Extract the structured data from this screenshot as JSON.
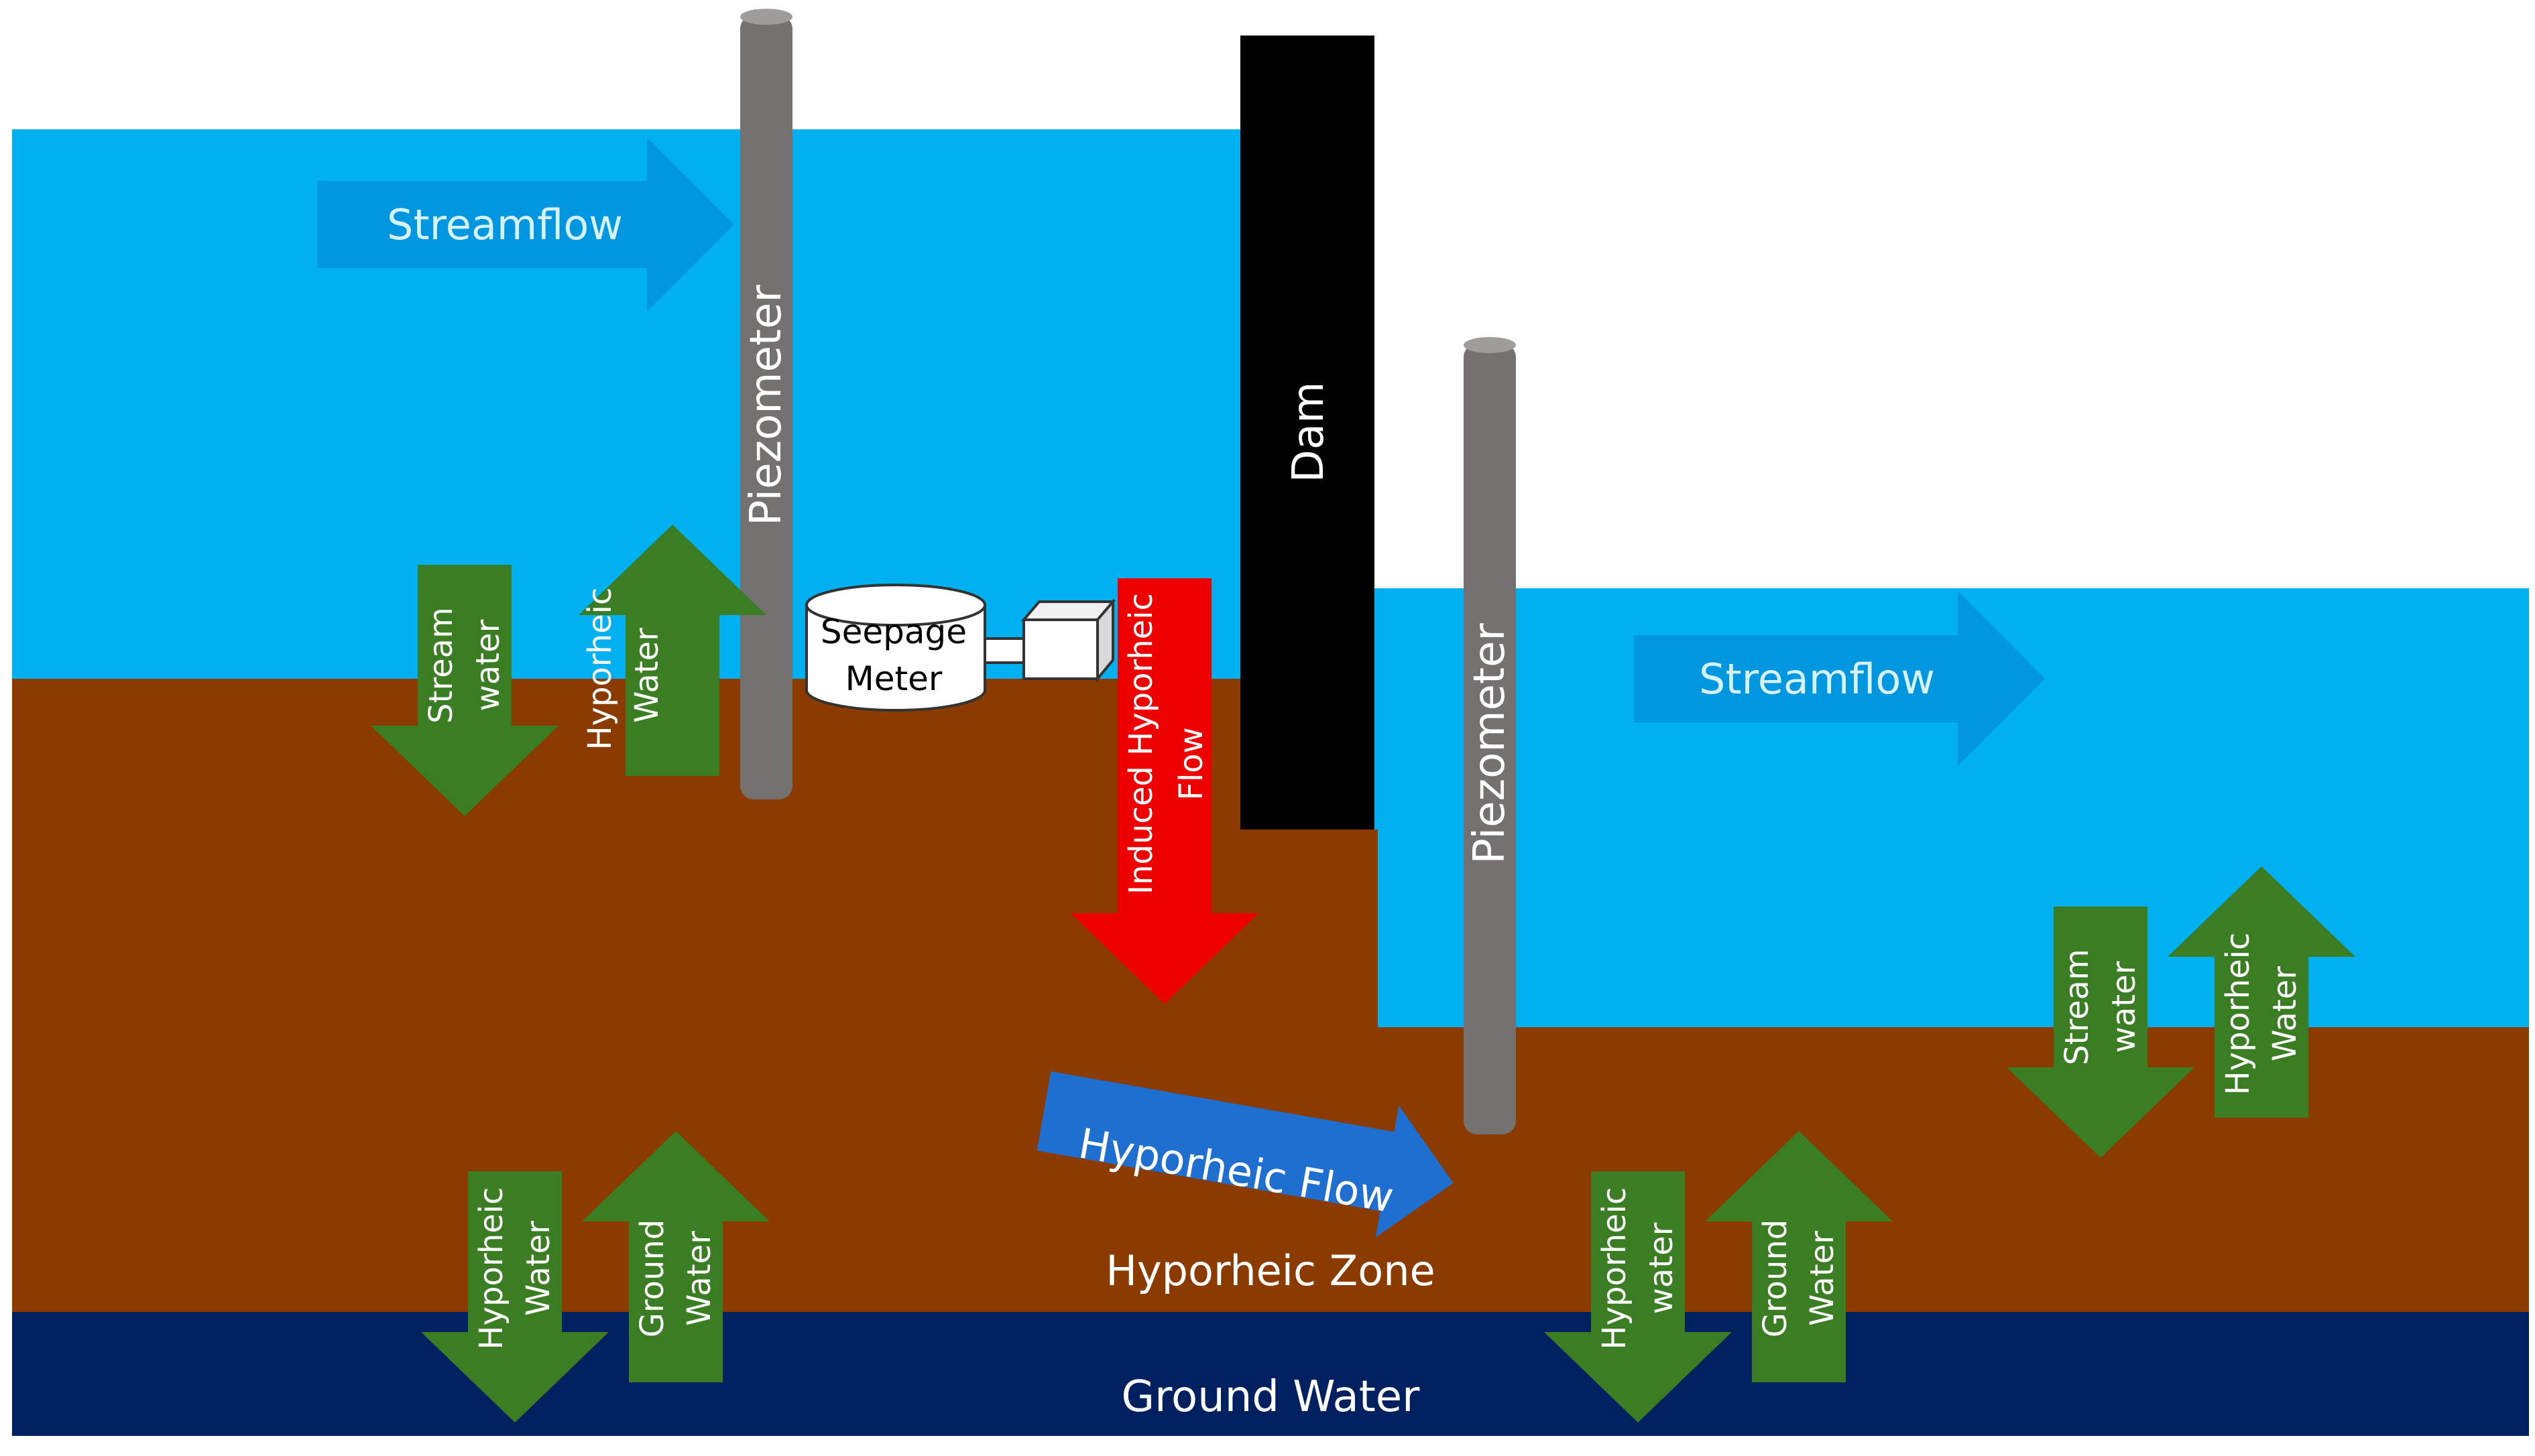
{
  "labels": {
    "streamflow_upstream": "Streamflow",
    "streamflow_downstream": "Streamflow",
    "piezometer_left": "Piezometer",
    "piezometer_right": "Piezometer",
    "dam": "Dam",
    "seepage_meter_line1": "Seepage",
    "seepage_meter_line2": "Meter",
    "induced_line1": "Induced Hyporheic",
    "induced_line2": "Flow",
    "hyporheic_flow": "Hyporheic Flow",
    "hyporheic_zone": "Hyporheic Zone",
    "ground_water": "Ground Water",
    "left_upper_down_line1": "Stream",
    "left_upper_down_line2": "water",
    "left_upper_up_line1": "Hyporheic",
    "left_upper_up_line2": "Water",
    "left_lower_down_line1": "Hyporheic",
    "left_lower_down_line2": "Water",
    "left_lower_up_line1": "Ground",
    "left_lower_up_line2": "Water",
    "mid_lower_down_line1": "Hyporheic",
    "mid_lower_down_line2": "water",
    "mid_lower_up_line1": "Ground",
    "mid_lower_up_line2": "Water",
    "right_upper_down_line1": "Stream",
    "right_upper_down_line2": "water",
    "right_upper_up_line1": "Hyporheic",
    "right_upper_up_line2": "Water"
  },
  "colors": {
    "stream_water": "#00b0f0",
    "sediment": "#8b3a00",
    "ground_water": "#002060",
    "flow_arrow_blue": "#0096e0",
    "hyporheic_flow_arrow": "#1e6fd0",
    "exchange_arrow_green": "#3a7d23",
    "induced_arrow_red": "#ee0000",
    "piezometer_gray": "#767171",
    "dam_black": "#000000",
    "label_light": "#d6f2ff"
  }
}
